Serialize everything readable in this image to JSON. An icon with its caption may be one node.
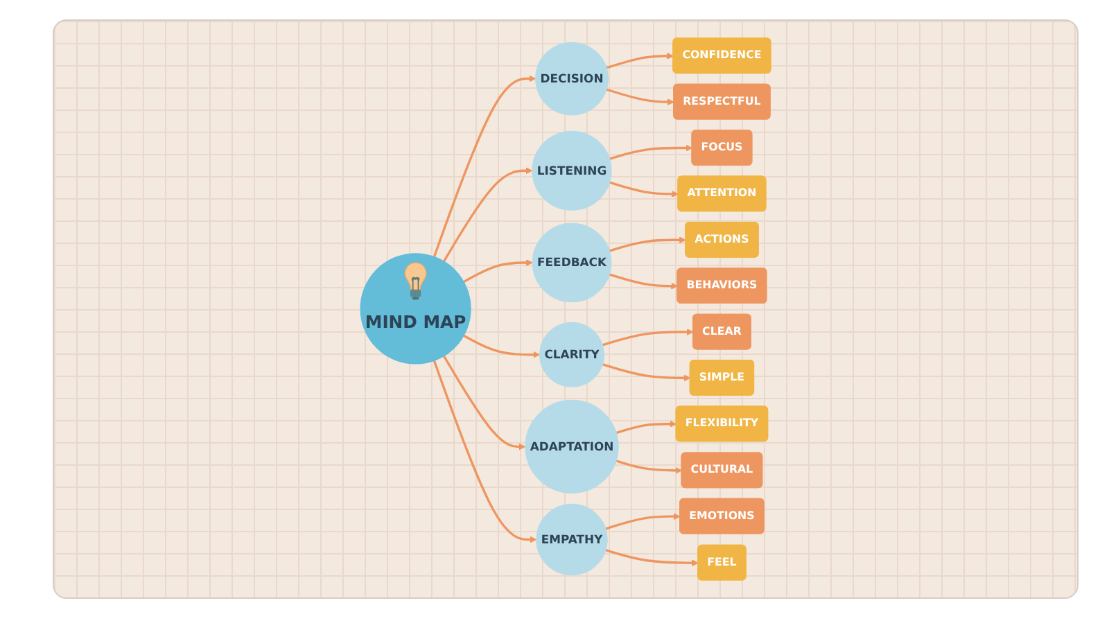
{
  "diagram": {
    "nodes": [
      {
        "text": [
          "MIND MAP"
        ]
      },
      {
        "text": [
          "DECISION"
        ]
      },
      {
        "text": [
          "CONFIDENCE"
        ]
      },
      {
        "text": [
          "RESPECTFUL"
        ]
      },
      {
        "text": [
          "LISTENING"
        ]
      },
      {
        "text": [
          "FOCUS"
        ]
      },
      {
        "text": [
          "ATTENTION"
        ]
      },
      {
        "text": [
          "FEEDBACK"
        ]
      },
      {
        "text": [
          "ACTIONS"
        ]
      },
      {
        "text": [
          "BEHAVIORS"
        ]
      },
      {
        "text": [
          "CLARITY"
        ]
      },
      {
        "text": [
          "CLEAR"
        ]
      },
      {
        "text": [
          "SIMPLE"
        ]
      },
      {
        "text": [
          "ADAPTATION"
        ]
      },
      {
        "text": [
          "FLEXIBILITY"
        ]
      },
      {
        "text": [
          "CULTURAL"
        ]
      },
      {
        "text": [
          "EMPATHY"
        ]
      },
      {
        "text": [
          "EMOTIONS"
        ]
      },
      {
        "text": [
          "FEEL"
        ]
      }
    ],
    "edges": [
      {
        "from": 0,
        "to": 1,
        "arrow": "to"
      },
      {
        "from": 1,
        "to": 2,
        "arrow": "to"
      },
      {
        "from": 1,
        "to": 3,
        "arrow": "to"
      },
      {
        "from": 0,
        "to": 4,
        "arrow": "to"
      },
      {
        "from": 4,
        "to": 5,
        "arrow": "to"
      },
      {
        "from": 4,
        "to": 6,
        "arrow": "to"
      },
      {
        "from": 0,
        "to": 7,
        "arrow": "to"
      },
      {
        "from": 7,
        "to": 8,
        "arrow": "to"
      },
      {
        "from": 7,
        "to": 9,
        "arrow": "to"
      },
      {
        "from": 0,
        "to": 10,
        "arrow": "to"
      },
      {
        "from": 10,
        "to": 11,
        "arrow": "to"
      },
      {
        "from": 10,
        "to": 12,
        "arrow": "to"
      },
      {
        "from": 0,
        "to": 13,
        "arrow": "to"
      },
      {
        "from": 13,
        "to": 14,
        "arrow": "to"
      },
      {
        "from": 13,
        "to": 15,
        "arrow": "to"
      },
      {
        "from": 0,
        "to": 16,
        "arrow": "to"
      },
      {
        "from": 16,
        "to": 17,
        "arrow": "to"
      },
      {
        "from": 16,
        "to": 18,
        "arrow": "to"
      }
    ]
  }
}
